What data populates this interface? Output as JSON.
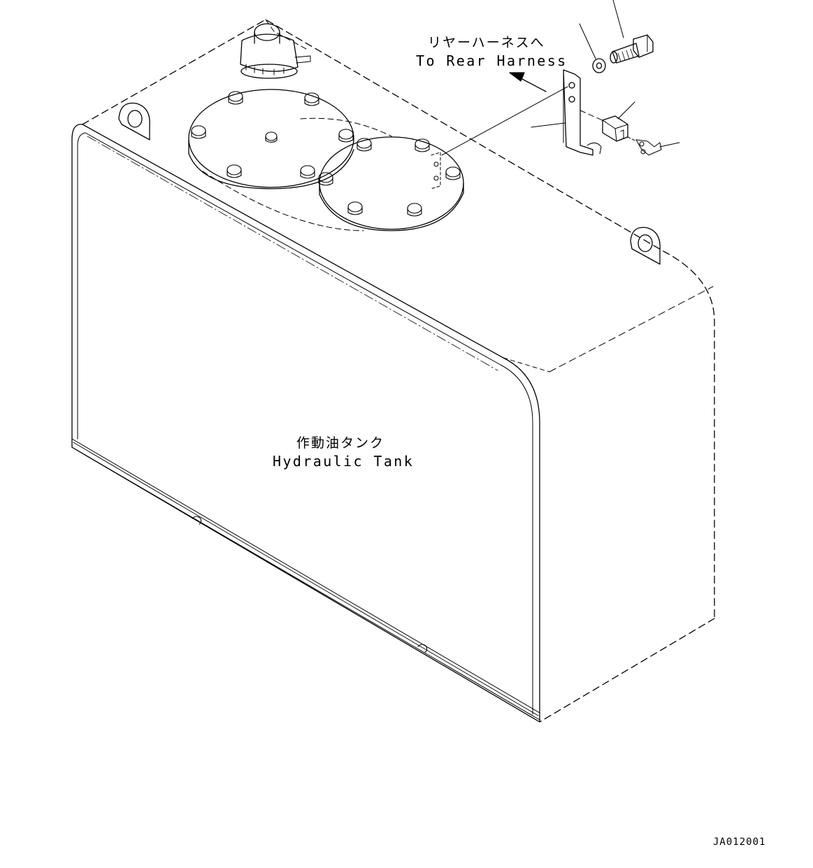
{
  "labels": {
    "rear_harness_jp": "リヤーハーネスへ",
    "rear_harness_en": "To Rear Harness",
    "tank_jp": "作動油タンク",
    "tank_en": "Hydraulic Tank"
  },
  "drawing_code": "JA012001",
  "colors": {
    "line": "#000000",
    "background": "#ffffff"
  }
}
